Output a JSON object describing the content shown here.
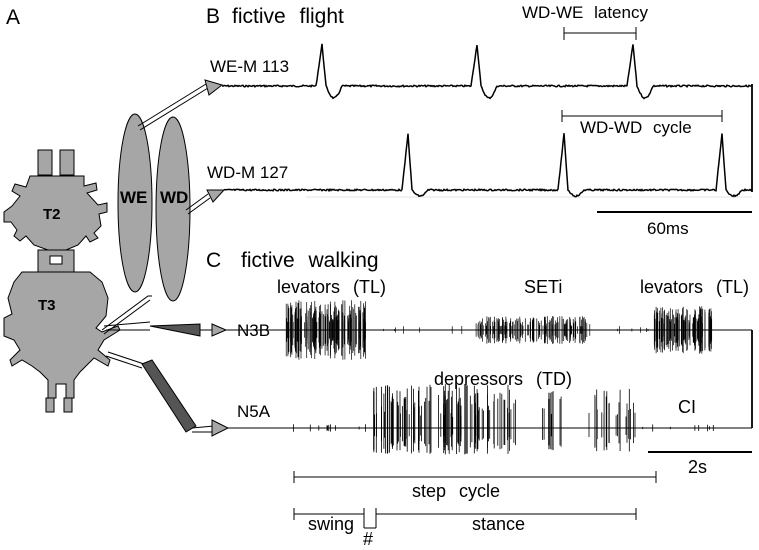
{
  "panels": {
    "a_label": "A",
    "b_label": "B",
    "b_title": "fictive flight",
    "c_label": "C",
    "c_title": "fictive walking"
  },
  "ganglia": {
    "t2": "T2",
    "t3": "T3"
  },
  "muscles": {
    "we": "WE",
    "wd": "WD"
  },
  "flight": {
    "trace_top_label": "WE-M 113",
    "trace_bottom_label": "WD-M 127",
    "latency_label": "WD-WE latency",
    "cycle_label": "WD-WD cycle",
    "scale_label": "60ms"
  },
  "walking": {
    "trace_top_label": "N3B",
    "trace_bottom_label": "N5A",
    "levators_1": "levators (TL)",
    "seti": "SETi",
    "levators_2": "levators (TL)",
    "depressors": "depressors (TD)",
    "ci": "CI",
    "scale_label": "2s",
    "step_cycle_label": "step cycle",
    "swing_label": "swing",
    "hash_label": "#",
    "stance_label": "stance"
  }
}
